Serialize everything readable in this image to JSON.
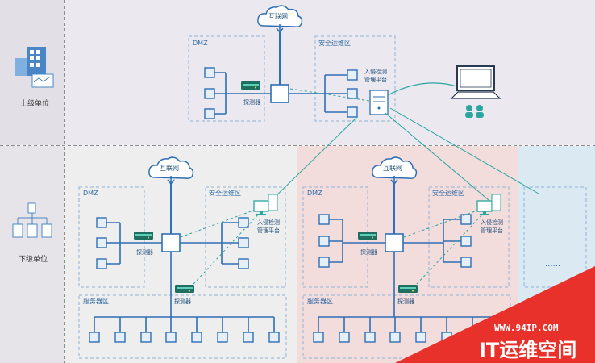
{
  "panels": {
    "upper": {
      "label": "上级单位"
    },
    "lower": {
      "label": "下级单位"
    }
  },
  "labels": {
    "internet": "互联网",
    "dmz": "DMZ",
    "security_ops": "安全运维区",
    "ids_platform_line1": "入侵检测",
    "ids_platform_line2": "管理平台",
    "probe": "探测器",
    "service_area": "服务器区",
    "ellipsis": "......"
  },
  "watermark": {
    "url": "WWW.94IP.COM",
    "name": "IT运维空间"
  },
  "colors": {
    "line": "#2f6fb5",
    "box_fill": "#e4effa",
    "dashed_border": "#8fb3d6",
    "link": "#2aa6a0",
    "upper_bg": "#ebe8ef",
    "lower_left_bg": "#efeeee",
    "lower_mid_bg": "#f3dcdc",
    "lower_right_bg": "#dbeaf2",
    "watermark_red": "#e8312a"
  }
}
